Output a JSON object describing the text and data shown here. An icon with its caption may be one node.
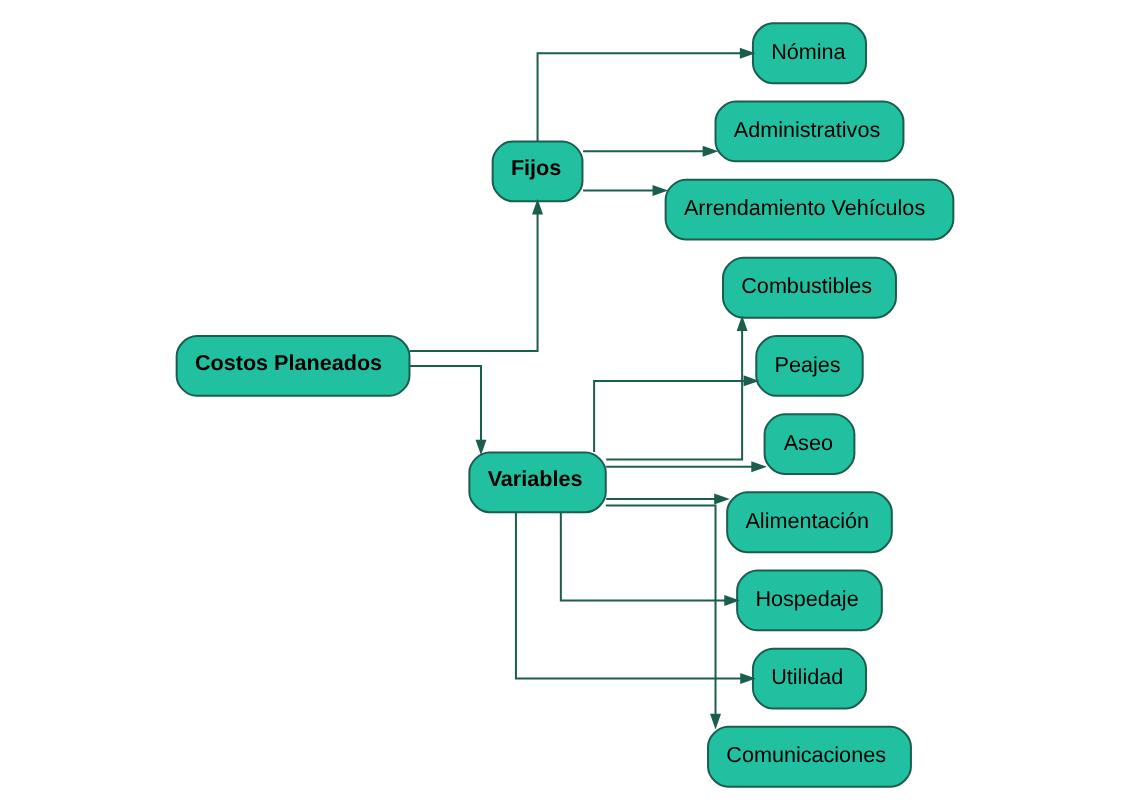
{
  "diagram": {
    "nodes": [
      {
        "text": [
          "Costos Planeados"
        ]
      },
      {
        "text": [
          "Fijos"
        ]
      },
      {
        "text": [
          "Variables"
        ]
      },
      {
        "text": [
          "Nómina"
        ]
      },
      {
        "text": [
          "Administrativos"
        ]
      },
      {
        "text": [
          "Arrendamiento Vehículos"
        ]
      },
      {
        "text": [
          "Combustibles"
        ]
      },
      {
        "text": [
          "Peajes"
        ]
      },
      {
        "text": [
          "Aseo"
        ]
      },
      {
        "text": [
          "Alimentación"
        ]
      },
      {
        "text": [
          "Hospedaje"
        ]
      },
      {
        "text": [
          "Utilidad"
        ]
      },
      {
        "text": [
          "Comunicaciones"
        ]
      }
    ],
    "edges": [
      {
        "from": 0,
        "to": 1,
        "arrow": "to"
      },
      {
        "from": 0,
        "to": 2,
        "arrow": "to"
      },
      {
        "from": 1,
        "to": 3,
        "arrow": "to"
      },
      {
        "from": 1,
        "to": 4,
        "arrow": "to"
      },
      {
        "from": 1,
        "to": 5,
        "arrow": "to"
      },
      {
        "from": 2,
        "to": 6,
        "arrow": "to"
      },
      {
        "from": 2,
        "to": 7,
        "arrow": "to"
      },
      {
        "from": 2,
        "to": 8,
        "arrow": "to"
      },
      {
        "from": 2,
        "to": 9,
        "arrow": "to"
      },
      {
        "from": 2,
        "to": 10,
        "arrow": "to"
      },
      {
        "from": 2,
        "to": 11,
        "arrow": "to"
      },
      {
        "from": 2,
        "to": 12,
        "arrow": "to"
      }
    ]
  }
}
